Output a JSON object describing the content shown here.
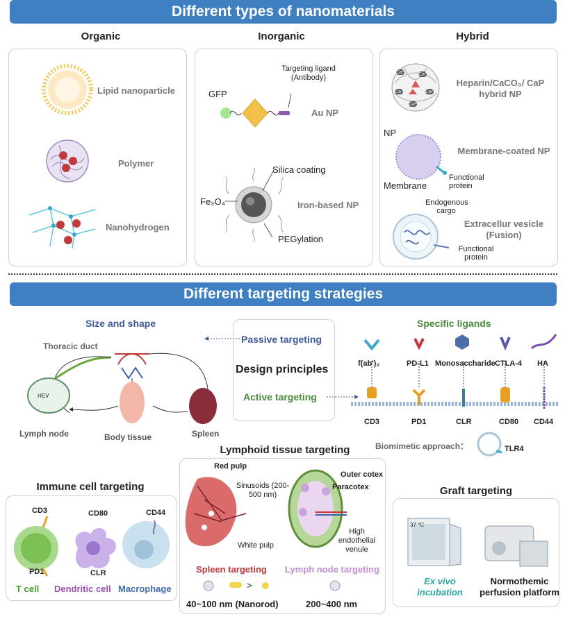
{
  "section1": {
    "title": "Different types of nanomaterials",
    "organic": {
      "header": "Organic",
      "items": [
        "Lipid nanoparticle",
        "Polymer",
        "Nanohydrogen"
      ]
    },
    "inorganic": {
      "header": "Inorganic",
      "au": {
        "gfp": "GFP",
        "ligand": "Targeting ligand (Antibody)",
        "label": "Au NP"
      },
      "iron": {
        "silica": "Silica coating",
        "core": "Fe₃O₄",
        "label": "Iron-based NP",
        "peg": "PEGylation"
      }
    },
    "hybrid": {
      "header": "Hybrid",
      "heparin": "Heparin/CaCO₃/ CaP hybrid NP",
      "ca_label": "Ca²⁺",
      "membrane": {
        "np": "NP",
        "membrane": "Membrane",
        "functional": "Functional protein",
        "label": "Membrane-coated NP"
      },
      "vesicle": {
        "cargo": "Endogenous cargo",
        "label": "Extracellur vesicle (Fusion)",
        "functional": "Functional protein"
      }
    }
  },
  "section2": {
    "title": "Different targeting strategies",
    "size_shape": {
      "header": "Size and shape",
      "thoracic": "Thoracic duct",
      "hev": "HEV",
      "lymph": "Lymph node",
      "body": "Body tissue",
      "spleen": "Spleen"
    },
    "design": {
      "passive": "Passive targeting",
      "principles": "Design principles",
      "active": "Active targeting"
    },
    "ligands": {
      "header": "Specific ligands",
      "top": [
        "f(ab')₂",
        "PD-L1",
        "Monosaccharide",
        "CTLA-4",
        "HA"
      ],
      "bottom": [
        "CD3",
        "PD1",
        "CLR",
        "CD80",
        "CD44"
      ],
      "biomimetic": "Biomimetic approach：",
      "tlr4": "TLR4"
    },
    "immune": {
      "header": "Immune cell targeting",
      "cells": [
        "T cell",
        "Dendritic cell",
        "Macrophage"
      ],
      "markers": {
        "cd3": "CD3",
        "pd1": "PD1",
        "cd80": "CD80",
        "clr": "CLR",
        "cd44": "CD44"
      }
    },
    "lymphoid": {
      "header": "Lymphoid tissue targeting",
      "spleen_parts": {
        "red": "Red pulp",
        "sinusoids": "Sinusoids (200-500 nm)",
        "white": "White pulp"
      },
      "node_parts": {
        "outer": "Outer cotex",
        "para": "Paracotex",
        "hev": "High endothelial venule"
      },
      "spleen_label": "Spleen targeting",
      "node_label": "Lymph node targeting",
      "gt": ">",
      "spleen_size": "40~100 nm (Nanorod)",
      "node_size": "200~400 nm"
    },
    "graft": {
      "header": "Graft targeting",
      "temp": "37 °C",
      "exvivo": "Ex vivo incubation",
      "perfusion": "Normothemic perfusion platform"
    }
  },
  "colors": {
    "banner": "#3d7fc1",
    "passive": "#3e5a9a",
    "active": "#4a8a3a",
    "ligand_header": "#4a8a3a",
    "spleen": "#c0393b",
    "node": "#c28fd0",
    "exvivo": "#2aa7a0",
    "tcell": "#6aa83a",
    "dc": "#9a4fb0",
    "mac": "#3f6cb0"
  }
}
